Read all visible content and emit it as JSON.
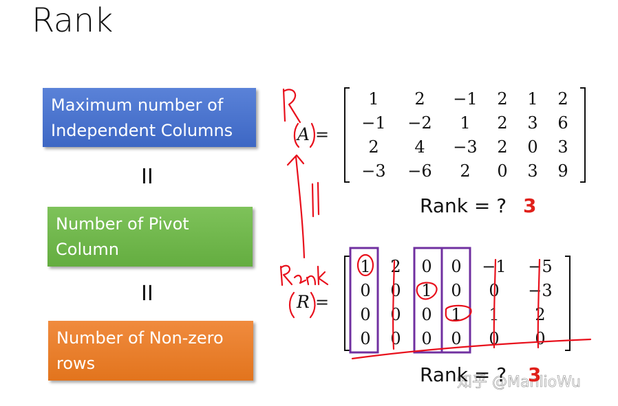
{
  "slide": {
    "title": "Rank",
    "boxes": [
      {
        "lines": [
          "Maximum number of",
          "Independent Columns"
        ],
        "color": "#4472c4"
      },
      {
        "lines": [
          "Number of Pivot",
          "Column"
        ],
        "color": "#70ad47"
      },
      {
        "lines": [
          "Number of Non-zero",
          "rows"
        ],
        "color": "#ed7d31"
      }
    ],
    "equals_sign": "II",
    "matrix_a": {
      "label": "A",
      "rows": [
        [
          "1",
          "2",
          "−1",
          "2",
          "1",
          "2"
        ],
        [
          "−1",
          "−2",
          "1",
          "2",
          "3",
          "6"
        ],
        [
          "2",
          "4",
          "−3",
          "2",
          "0",
          "3"
        ],
        [
          "−3",
          "−6",
          "2",
          "0",
          "3",
          "9"
        ]
      ]
    },
    "matrix_r": {
      "label": "R",
      "rows": [
        [
          "1",
          "2",
          "0",
          "0",
          "−1",
          "−5"
        ],
        [
          "0",
          "0",
          "1",
          "0",
          "0",
          "−3"
        ],
        [
          "0",
          "0",
          "0",
          "1",
          "1",
          "2"
        ],
        [
          "0",
          "0",
          "0",
          "0",
          "0",
          "0"
        ]
      ]
    },
    "rank_question_1": "Rank = ?",
    "rank_answer_1": "3",
    "rank_question_2": "Rank = ?",
    "rank_answer_2": "3",
    "watermark": "知乎 @ManlioWu",
    "colors": {
      "ink_red": "#e8101c",
      "highlight_purple": "#7030a0",
      "answer_red": "#e0201a"
    }
  }
}
